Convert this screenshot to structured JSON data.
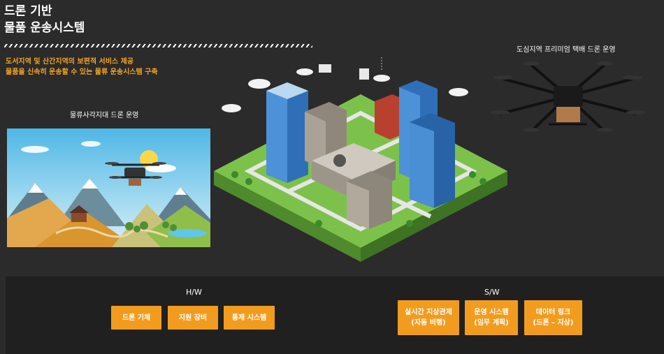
{
  "title": {
    "line1": "드론 기반",
    "line2": "물품 운송시스템"
  },
  "subtitle": {
    "line1": "도서지역 및 산간지역의 보편적 서비스 제공",
    "line2": "물품을 신속히 운송할 수 있는 물류 운송시스템 구축"
  },
  "captions": {
    "left": "물류사각지대 드론 운영",
    "right": "도심지역 프리미엄 택배 드론 운영"
  },
  "hw": {
    "title": "H/W",
    "buttons": [
      "드론 기체",
      "지원 장비",
      "통제 시스템"
    ]
  },
  "sw": {
    "title": "S/W",
    "buttons": [
      {
        "line1": "실시간 지상관제",
        "line2": "(자동 비행)"
      },
      {
        "line1": "운영 시스템",
        "line2": "(임무 계획)"
      },
      {
        "line1": "데이터 링크",
        "line2": "(드론 – 지상)"
      }
    ]
  },
  "colors": {
    "accent": "#f29c1f",
    "background": "#2b2b2b",
    "panel": "#202020"
  }
}
